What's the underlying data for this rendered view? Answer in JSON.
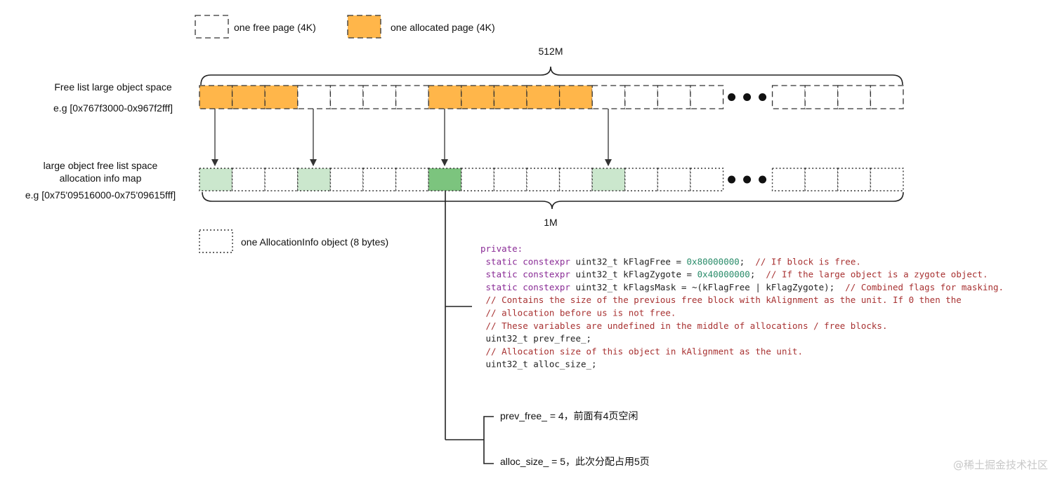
{
  "legend": {
    "free_page": "one free page (4K)",
    "allocated_page": "one allocated page (4K)",
    "allocation_info": "one AllocationInfo object (8 bytes)"
  },
  "top_row": {
    "title": "Free list large object space",
    "range": "e.g [0x767f3000-0x967f2fff]",
    "span_label": "512M",
    "cells": [
      "allocated",
      "allocated",
      "allocated",
      "free",
      "free",
      "free",
      "free",
      "allocated",
      "allocated",
      "allocated",
      "allocated",
      "allocated",
      "free",
      "free",
      "free",
      "free",
      "ellipsis",
      "free",
      "free",
      "free",
      "free"
    ]
  },
  "bottom_row": {
    "title_line1": "large object free list space",
    "title_line2": "allocation info map",
    "range": "e.g [0x75'09516000-0x75'09615fff]",
    "span_label": "1M",
    "cells": [
      "light",
      "plain",
      "plain",
      "light",
      "plain",
      "plain",
      "plain",
      "dark",
      "plain",
      "plain",
      "plain",
      "plain",
      "light",
      "plain",
      "plain",
      "plain",
      "ellipsis",
      "plain",
      "plain",
      "plain",
      "plain"
    ]
  },
  "code_lines": [
    [
      {
        "t": "private:",
        "c": "kw"
      }
    ],
    [
      {
        "t": " static constexpr ",
        "c": "kw"
      },
      {
        "t": "uint32_t kFlagFree = ",
        "c": "pl"
      },
      {
        "t": "0x80000000",
        "c": "num"
      },
      {
        "t": ";  ",
        "c": "pl"
      },
      {
        "t": "// If block is free.",
        "c": "cm"
      }
    ],
    [
      {
        "t": " static constexpr ",
        "c": "kw"
      },
      {
        "t": "uint32_t kFlagZygote = ",
        "c": "pl"
      },
      {
        "t": "0x40000000",
        "c": "num"
      },
      {
        "t": ";  ",
        "c": "pl"
      },
      {
        "t": "// If the large object is a zygote object.",
        "c": "cm"
      }
    ],
    [
      {
        "t": " static constexpr ",
        "c": "kw"
      },
      {
        "t": "uint32_t kFlagsMask = ~(kFlagFree | kFlagZygote);  ",
        "c": "pl"
      },
      {
        "t": "// Combined flags for masking.",
        "c": "cm"
      }
    ],
    [
      {
        "t": " // Contains the size of the previous free block with kAlignment as the unit. If 0 then the",
        "c": "cm"
      }
    ],
    [
      {
        "t": " // allocation before us is not free.",
        "c": "cm"
      }
    ],
    [
      {
        "t": " // These variables are undefined in the middle of allocations / free blocks.",
        "c": "cm"
      }
    ],
    [
      {
        "t": " uint32_t prev_free_;",
        "c": "pl"
      }
    ],
    [
      {
        "t": " // Allocation size of this object in kAlignment as the unit.",
        "c": "cm"
      }
    ],
    [
      {
        "t": " uint32_t alloc_size_;",
        "c": "pl"
      }
    ]
  ],
  "annotations": {
    "prev_free": "prev_free_ = 4，前面有4页空闲",
    "alloc_size": "alloc_size_ = 5，此次分配占用5页"
  },
  "watermark": "@稀土掘金技术社区",
  "colors": {
    "allocated": "#ffb64a",
    "light_green": "#cbe7cd",
    "dark_green": "#7cc47e",
    "code_keyword": "#8a2c96",
    "code_number": "#2a8c6a",
    "code_comment": "#a83232",
    "code_plain": "#222222"
  }
}
